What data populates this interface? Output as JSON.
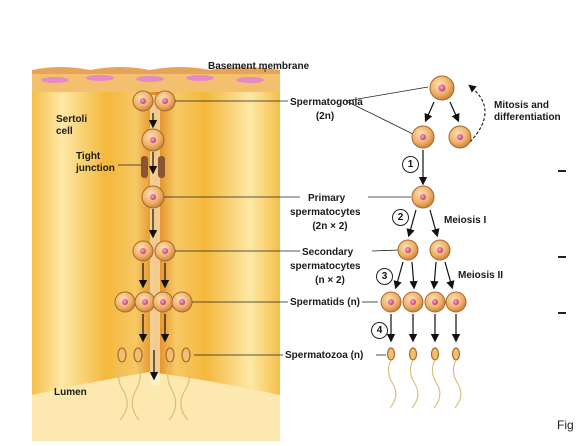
{
  "labels": {
    "basement_membrane": "Basement membrane",
    "sertoli_line1": "Sertoli",
    "sertoli_line2": "cell",
    "tight_line1": "Tight",
    "tight_line2": "junction",
    "lumen": "Lumen",
    "spermatogonia_name": "Spermatogonia",
    "spermatogonia_ploidy": "(2n)",
    "primary_line1": "Primary",
    "primary_line2": "spermatocytes",
    "primary_ploidy": "(2n × 2)",
    "secondary_line1": "Secondary",
    "secondary_line2": "spermatocytes",
    "secondary_ploidy": "(n × 2)",
    "spermatids": "Spermatids (n)",
    "spermatozoa": "Spermatozoa (n)",
    "mitosis_line1": "Mitosis and",
    "mitosis_line2": "differentiation",
    "meiosis1": "Meiosis I",
    "meiosis2": "Meiosis II",
    "figure_caption": "Fig"
  },
  "steps": [
    "1",
    "2",
    "3",
    "4"
  ],
  "colors": {
    "tissue_outer": "#f2b33a",
    "tissue_inner": "#fbe59a",
    "cell_fill": "#f0b766",
    "cell_outline": "#a8682a",
    "nucleus": "#d24a8a",
    "membrane_pink": "#e689c9",
    "junction": "#8a5530"
  }
}
